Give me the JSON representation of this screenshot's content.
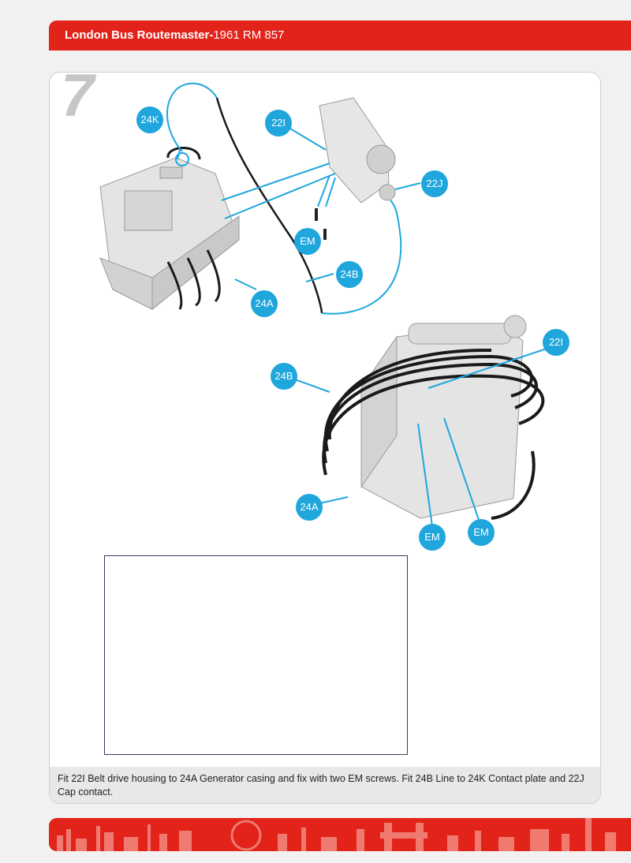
{
  "header": {
    "title_bold": "London Bus Routemaster-",
    "title_regular": "1961 RM 857"
  },
  "step": {
    "number": "7"
  },
  "callouts": {
    "k24": "24K",
    "i22_top": "22I",
    "j22": "22J",
    "em_top": "EM",
    "b24_top": "24B",
    "a24_top": "24A",
    "i22_mid": "22I",
    "b24_mid": "24B",
    "a24_mid": "24A",
    "em_mid_left": "EM",
    "em_mid_right": "EM"
  },
  "caption": {
    "text": "Fit 22I Belt drive housing to 24A Generator casing and fix with two EM screws. Fit 24B Line to 24K Contact plate and 22J Cap contact."
  },
  "colors": {
    "brand_red": "#e2231a",
    "callout_blue": "#1fa6dc",
    "panel_white": "#ffffff",
    "caption_grey": "#e8e8e8"
  }
}
